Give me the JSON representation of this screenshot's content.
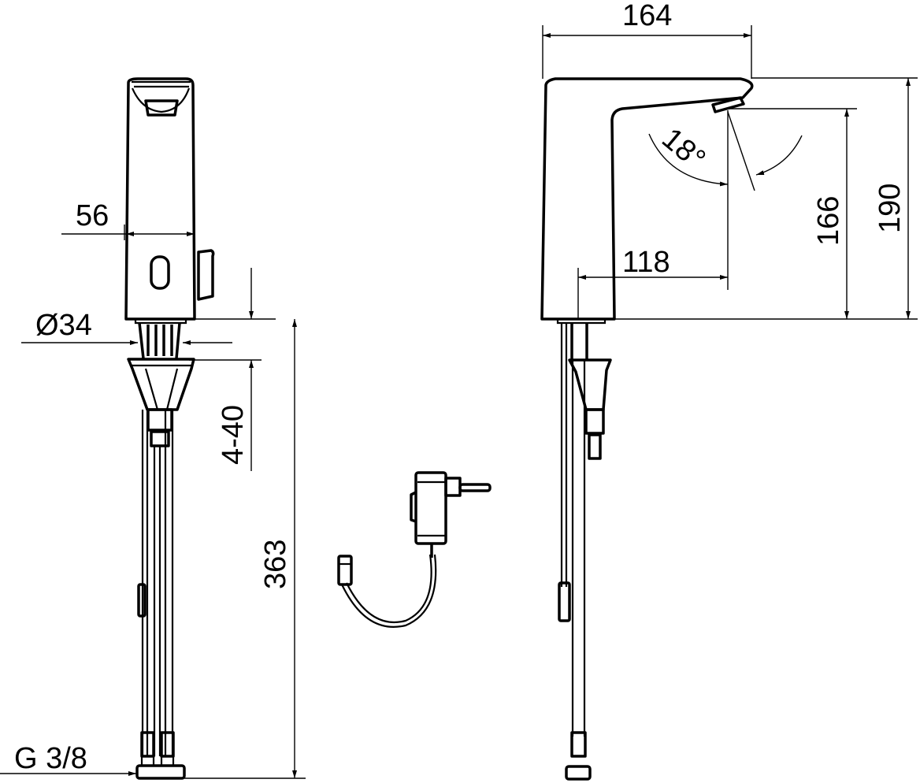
{
  "drawing": {
    "title": "Sensor basin faucet dimensional drawing",
    "stroke_color": "#000000",
    "background_color": "#ffffff",
    "front_view": {
      "dimensions": {
        "body_width": "56",
        "shank_diameter": "Ø34",
        "counter_thickness": "4-40",
        "hose_length": "363",
        "connection_thread": "G 3/8"
      }
    },
    "side_view": {
      "dimensions": {
        "spout_reach": "164",
        "outlet_projection": "118",
        "outlet_height": "166",
        "total_height": "190",
        "spray_angle": "18°"
      }
    },
    "accessory": {
      "name": "power-supply-adapter"
    }
  }
}
